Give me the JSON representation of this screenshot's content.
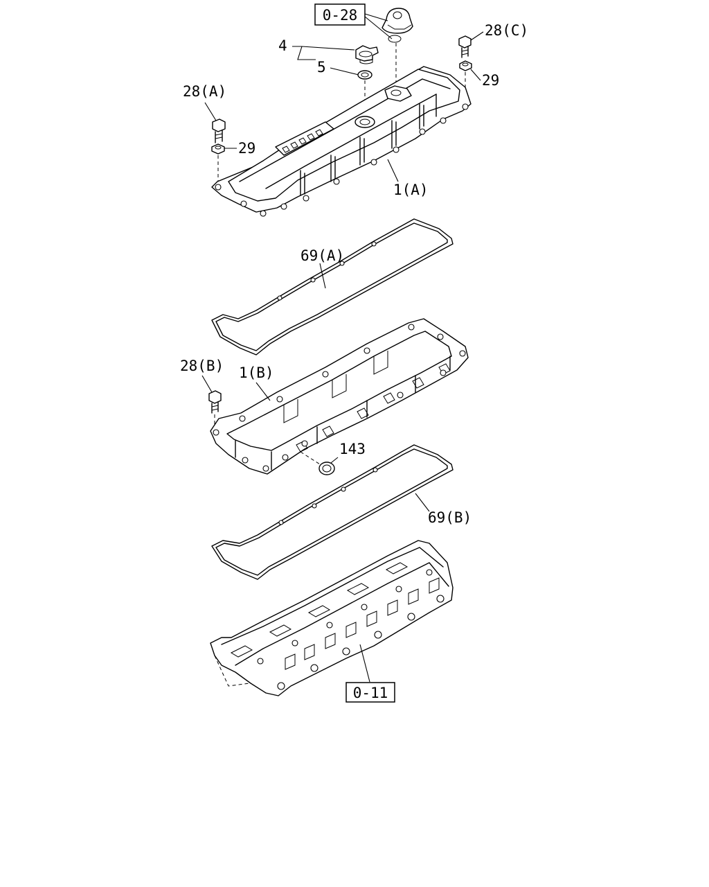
{
  "labels": {
    "ref_top": "0-28",
    "ref_bottom": "0-11",
    "p4": "4",
    "p5": "5",
    "p28a": "28(A)",
    "p29_left": "29",
    "p28c": "28(C)",
    "p29_right": "29",
    "p1a": "1(A)",
    "p69a": "69(A)",
    "p28b": "28(B)",
    "p1b": "1(B)",
    "p143": "143",
    "p69b": "69(B)"
  },
  "parts": [
    {
      "id": "0-28",
      "name": "breather assembly (reference)"
    },
    {
      "id": "4",
      "name": "oil filler cap"
    },
    {
      "id": "5",
      "name": "seal ring"
    },
    {
      "id": "28(A)",
      "name": "bolt"
    },
    {
      "id": "28(B)",
      "name": "bolt"
    },
    {
      "id": "28(C)",
      "name": "bolt"
    },
    {
      "id": "29",
      "name": "washer"
    },
    {
      "id": "1(A)",
      "name": "cylinder head cover"
    },
    {
      "id": "69(A)",
      "name": "gasket"
    },
    {
      "id": "1(B)",
      "name": "cylinder head cover lower"
    },
    {
      "id": "143",
      "name": "seal"
    },
    {
      "id": "69(B)",
      "name": "gasket"
    },
    {
      "id": "0-11",
      "name": "cylinder head (reference)"
    }
  ]
}
